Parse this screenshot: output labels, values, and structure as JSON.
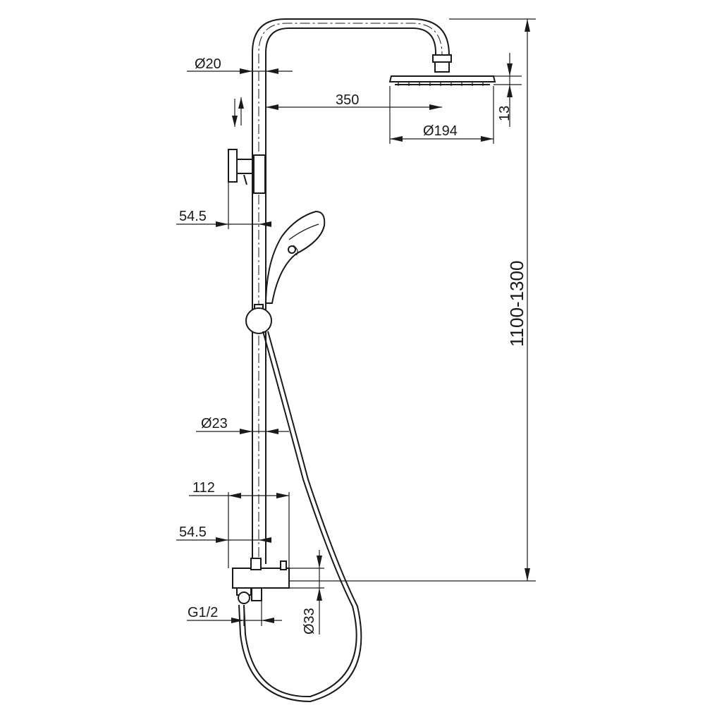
{
  "dimensions": {
    "pipe_diameter_top": "Ø20",
    "arm_length": "350",
    "head_thickness": "13",
    "head_diameter": "Ø194",
    "holder_offset": "54.5",
    "rail_diameter": "Ø23",
    "valve_width": "112",
    "valve_offset": "54.5",
    "inlet_thread": "G1/2",
    "valve_diameter": "Ø33",
    "total_height": "1100-1300"
  }
}
